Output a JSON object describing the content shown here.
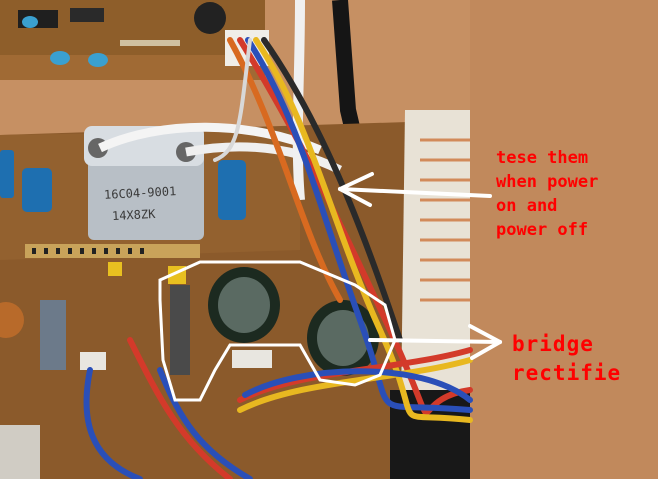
{
  "annotations": {
    "test_points": "tese them\nwhen power\non and\npower off",
    "bridge": "bridge\nrectifie"
  },
  "component": {
    "part_number": "16C04-9001",
    "code": "14X8ZK"
  },
  "colors": {
    "annotation": "#ff0000",
    "arrow": "#ffffff",
    "outline": "#ffffff",
    "board": "#8a5a2e",
    "background": "#c08a5a"
  }
}
